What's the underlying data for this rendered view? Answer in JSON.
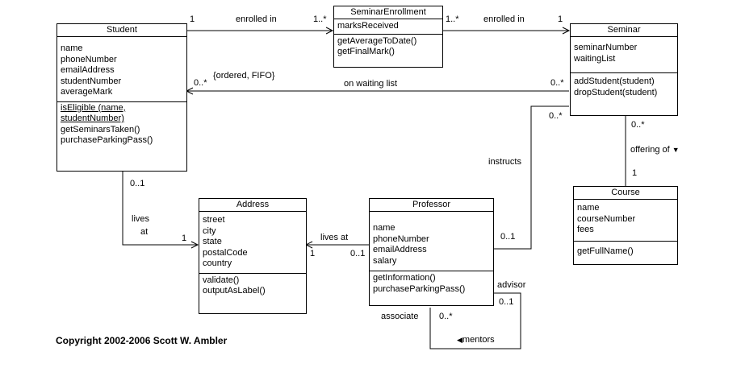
{
  "classes": {
    "student": {
      "name": "Student",
      "attributes": [
        "name",
        "phoneNumber",
        "emailAddress",
        "studentNumber",
        "averageMark"
      ],
      "op_isEligible_1": "isEligible (name,",
      "op_isEligible_2": "studentNumber)",
      "op_getSeminarsTaken": "getSeminarsTaken()",
      "op_purchaseParkingPass": "purchaseParkingPass()"
    },
    "seminar_enrollment": {
      "name": "SeminarEnrollment",
      "attributes": [
        "marksReceived"
      ],
      "operations": [
        "getAverageToDate()",
        "getFinalMark()"
      ]
    },
    "seminar": {
      "name": "Seminar",
      "attributes": [
        "seminarNumber",
        "waitingList"
      ],
      "operations": [
        "addStudent(student)",
        "dropStudent(student)"
      ]
    },
    "address": {
      "name": "Address",
      "attributes": [
        "street",
        "city",
        "state",
        "postalCode",
        "country"
      ],
      "operations": [
        "validate()",
        "outputAsLabel()"
      ]
    },
    "professor": {
      "name": "Professor",
      "attributes": [
        "name",
        "phoneNumber",
        "emailAddress",
        "salary"
      ],
      "operations": [
        "getInformation()",
        "purchaseParkingPass()"
      ]
    },
    "course": {
      "name": "Course",
      "attributes": [
        "name",
        "courseNumber",
        "fees"
      ],
      "operations": [
        "getFullName()"
      ]
    }
  },
  "associations": {
    "enrolled_in_1": "enrolled in",
    "enrolled_in_2": "enrolled in",
    "on_waiting_list": "on waiting list",
    "ordered_fifo": "{ordered, FIFO}",
    "instructs": "instructs",
    "offering_of": "offering of",
    "offering_arrow": "▼",
    "lives": "lives",
    "at": "at",
    "lives_at": "lives at",
    "advisor": "advisor",
    "associate": "associate",
    "mentors": "mentors",
    "mentors_arrow": "◀"
  },
  "multiplicities": {
    "student_enroll": "1",
    "enroll_left": "1..*",
    "enroll_right": "1..*",
    "seminar_enroll": "1",
    "student_waiting": "0..*",
    "seminar_waiting": "0..*",
    "seminar_instructs": "0..*",
    "seminar_course": "0..*",
    "course_seminar": "1",
    "student_address": "0..1",
    "address_student": "1",
    "address_professor": "1",
    "professor_address": "0..1",
    "professor_instructs": "0..1",
    "advisor_mult": "0..1",
    "associate_mult": "0..*"
  },
  "copyright": "Copyright 2002-2006 Scott W. Ambler"
}
